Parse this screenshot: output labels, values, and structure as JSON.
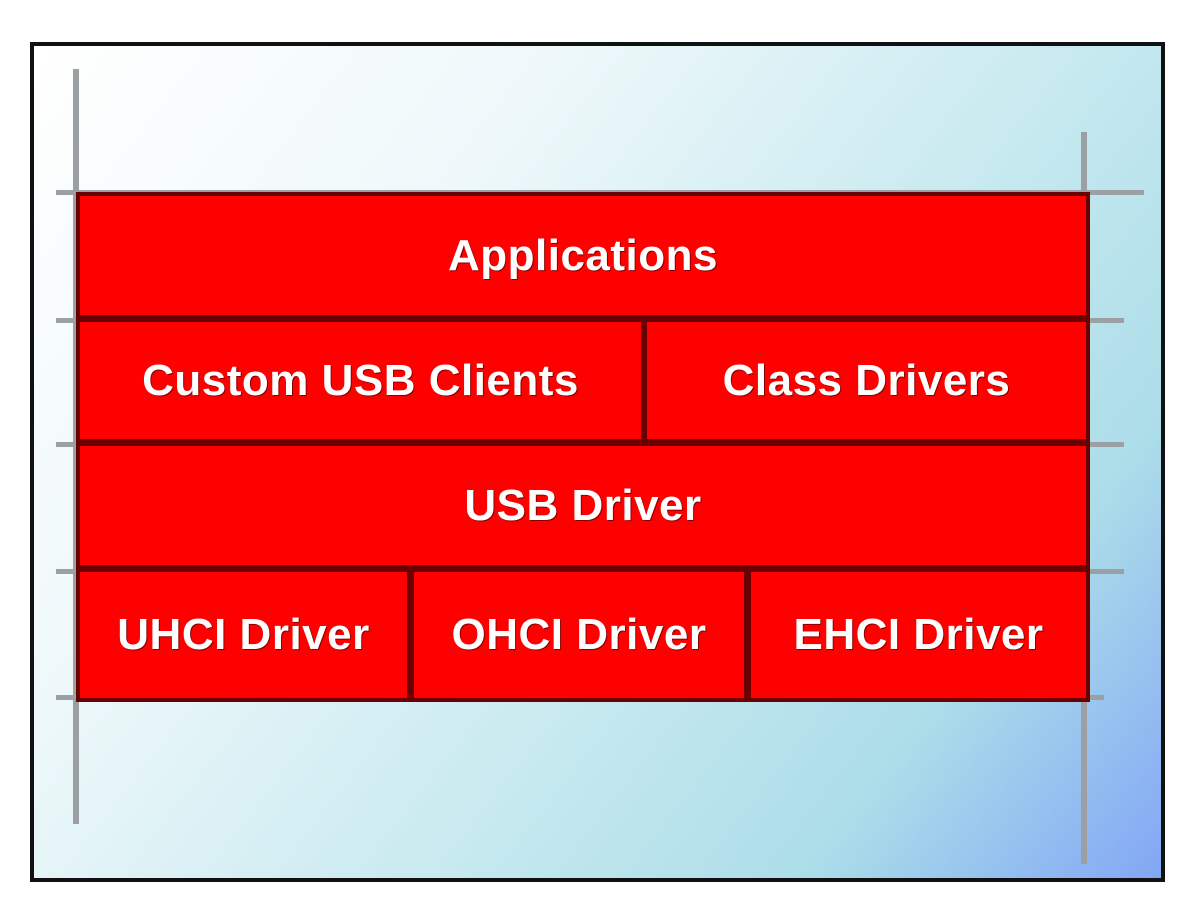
{
  "diagram": {
    "layers": [
      {
        "id": "applications",
        "label": "Applications"
      },
      {
        "id": "custom-usb-clients",
        "label": "Custom USB Clients"
      },
      {
        "id": "class-drivers",
        "label": "Class Drivers"
      },
      {
        "id": "usb-driver",
        "label": "USB Driver"
      },
      {
        "id": "uhci-driver",
        "label": "UHCI Driver"
      },
      {
        "id": "ohci-driver",
        "label": "OHCI Driver"
      },
      {
        "id": "ehci-driver",
        "label": "EHCI Driver"
      }
    ]
  },
  "colors": {
    "block": "#ff0000",
    "block_border": "#6a0000",
    "label": "#ffffff",
    "guide_lines": "#9aa0a3",
    "frame_border": "#111111"
  }
}
